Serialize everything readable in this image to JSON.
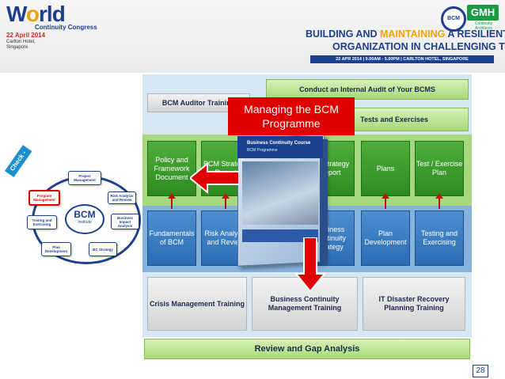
{
  "header": {
    "logo_word_1": "W",
    "logo_word_o": "o",
    "logo_word_2": "rld",
    "logo_subtitle": "Continuity Congress",
    "logo_date": "22 April 2014",
    "logo_venue": "Carlton Hotel, Singapore",
    "bcm_logo": "BCM",
    "gmh_logo": "GMH",
    "gmh_sub": "Continuity Architects",
    "banner_line1_a": "BUILDING",
    "banner_line1_b": " AND ",
    "banner_line1_c": "MAINTAINING",
    "banner_line1_d": " A RESILIENT",
    "banner_line2": "ORGANIZATION IN CHALLENGING TIMES",
    "banner_info": "22 APR 2014  |  9.00AM - 5.00PM  |  CARLTON HOTEL, SINGAPORE"
  },
  "diagram": {
    "top_right": "Conduct an Internal Audit of Your BCMS",
    "top_left": "BCM Auditor Training",
    "second_right": "Tests and Exercises",
    "green_row": [
      "Policy and Framework Document",
      "BCM Strategy Report",
      "BC Strategy Report",
      "Plans",
      "Test / Exercise Plan"
    ],
    "blue_row": [
      "Fundamentals of BCM",
      "Risk Analysis and Review",
      "Business Continuity Strategy",
      "Plan Development",
      "Testing and Exercising"
    ],
    "training_row": [
      "Crisis Management Training",
      "Business Continuity Management Training",
      "IT Disaster Recovery Planning Training"
    ],
    "bottom": "Review and Gap Analysis"
  },
  "callout": "Managing the BCM Programme",
  "book": {
    "title": "Business Continuity Course",
    "subtitle": "BCM Programme"
  },
  "cycle": {
    "label": "Check - Act",
    "center_title": "BCM",
    "center_sub": "Institute",
    "nodes": [
      "Project Management",
      "Risk Analysis and Review",
      "Business Impact Analysis",
      "BC Strategy",
      "Plan Development",
      "Testing and Exercising",
      "Program Management"
    ]
  },
  "page_number": "28",
  "colors": {
    "brand_blue": "#1d3f8f",
    "accent_orange": "#f0a30a",
    "callout_red": "#e10000",
    "green": "#2d8a22",
    "blue": "#2b6bb3"
  }
}
